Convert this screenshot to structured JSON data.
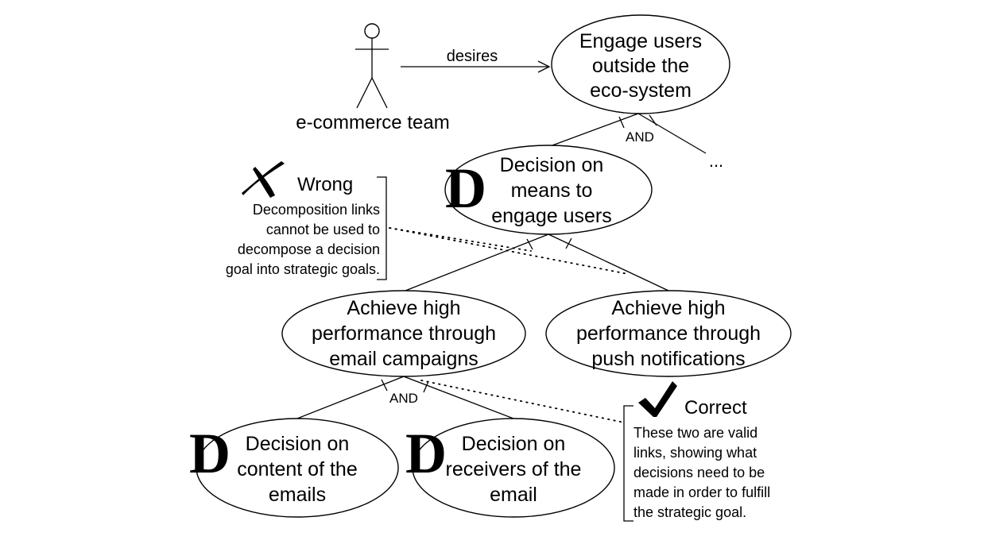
{
  "actor": {
    "label": "e-commerce team"
  },
  "relation": {
    "desires": "desires",
    "and_top": "AND",
    "and_bottom": "AND",
    "more": "..."
  },
  "goals": {
    "engage": [
      "Engage users",
      "outside the",
      "eco-system"
    ],
    "decision_means": [
      "Decision on",
      "means to",
      "engage users"
    ],
    "email_perf": [
      "Achieve high",
      "performance through",
      "email campaigns"
    ],
    "push_perf": [
      "Achieve high",
      "performance through",
      "push notifications"
    ],
    "decision_content": [
      "Decision on",
      "content of the",
      "emails"
    ],
    "decision_receivers": [
      "Decision on",
      "receivers of the",
      "email"
    ]
  },
  "decision_mark": "D",
  "wrong_note": {
    "title": "Wrong",
    "lines": [
      "Decomposition links",
      "cannot be used to",
      "decompose a decision",
      "goal into strategic goals."
    ]
  },
  "correct_note": {
    "title": "Correct",
    "lines": [
      "These two are valid",
      "links, showing what",
      "decisions need to be",
      "made in order to fulfill",
      "the strategic goal."
    ]
  },
  "icons": {
    "wrong": "cross-icon",
    "correct": "checkmark-icon",
    "actor": "stick-figure-icon"
  }
}
